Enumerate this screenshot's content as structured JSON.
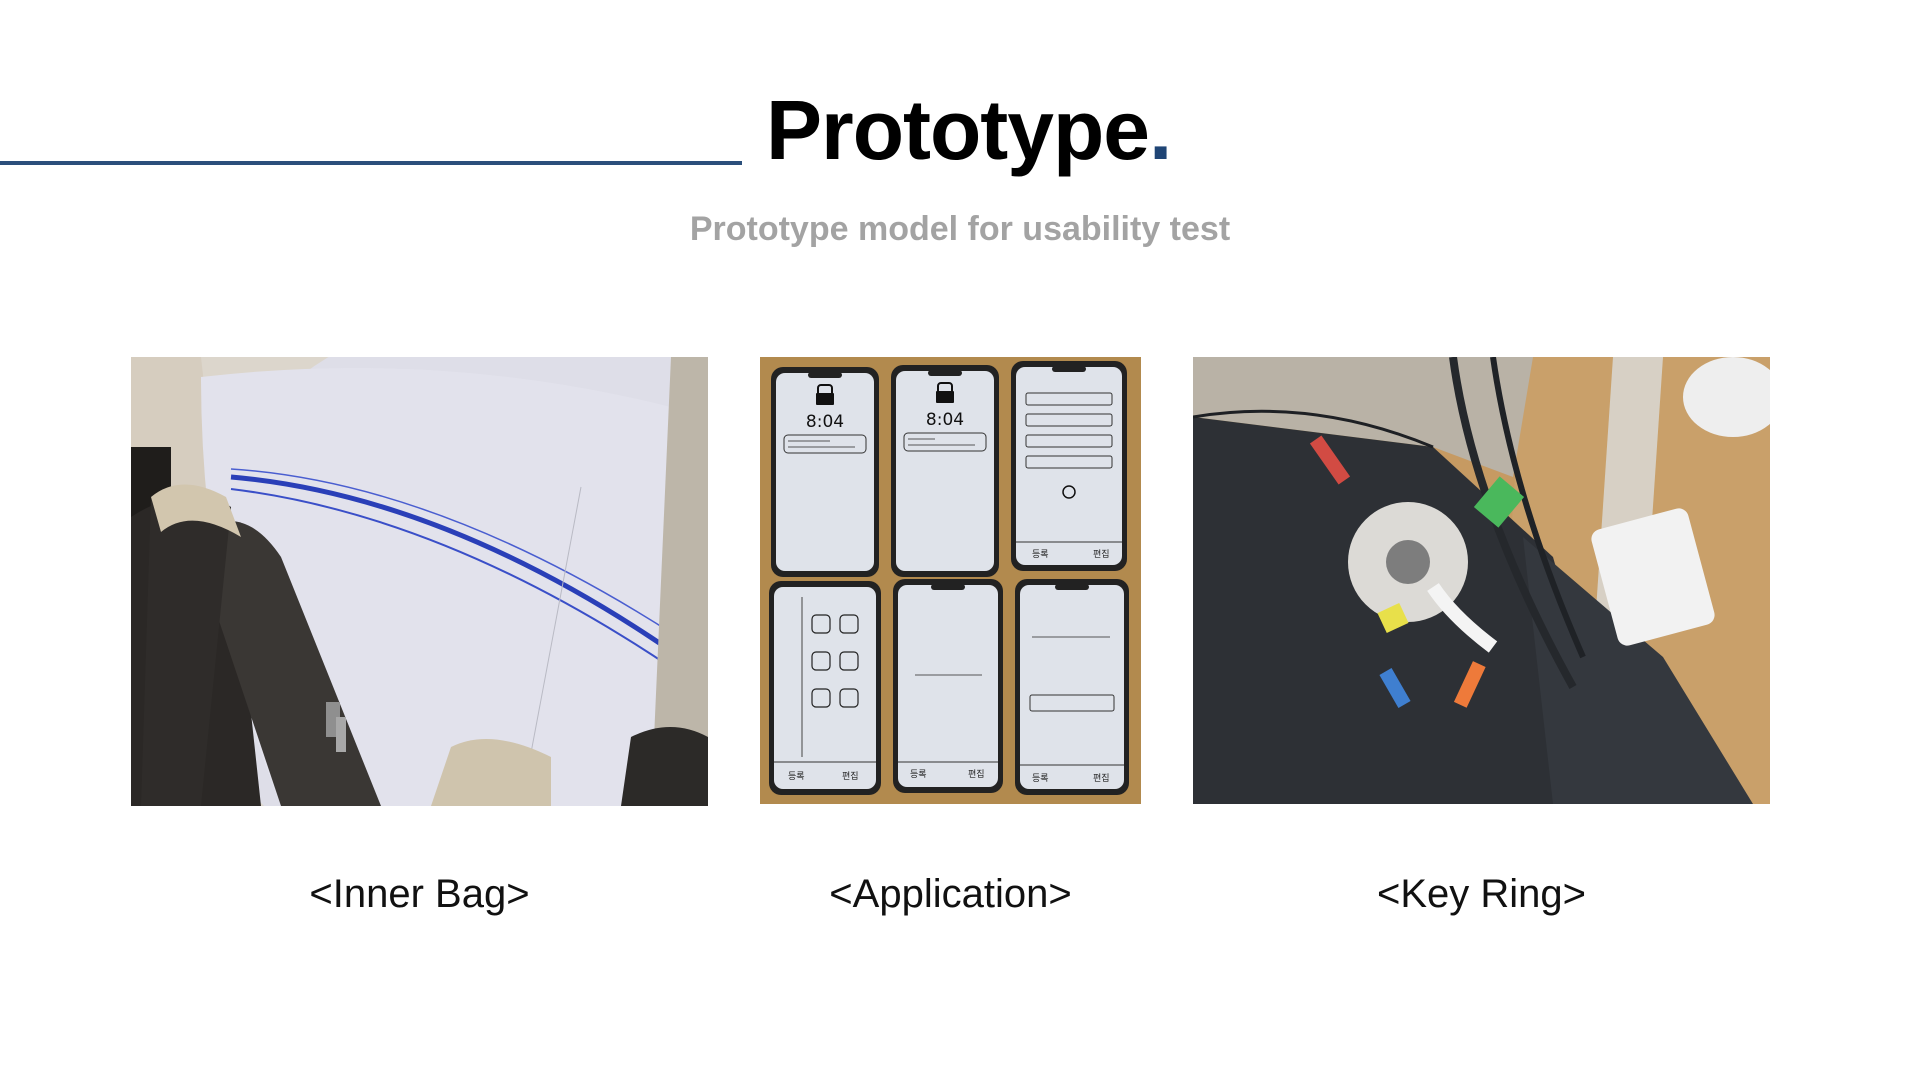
{
  "header": {
    "title": "Prototype",
    "title_dot": ".",
    "subtitle": "Prototype model for usability test"
  },
  "colors": {
    "accent_rule": "#2b4f7b",
    "title_dot": "#1f4575",
    "subtitle": "#a3a3a3"
  },
  "panels": [
    {
      "caption": "<Inner Bag>",
      "image": "photo of paper inner bag placed inside a tote bag"
    },
    {
      "caption": "<Application>",
      "image": "photo of six paper phone screen prototypes"
    },
    {
      "caption": "<Key Ring>",
      "image": "photo of paper key ring attached to a black bag"
    }
  ],
  "app_screens": {
    "time": "8:04",
    "nav_left": "등록",
    "nav_right": "편집"
  }
}
